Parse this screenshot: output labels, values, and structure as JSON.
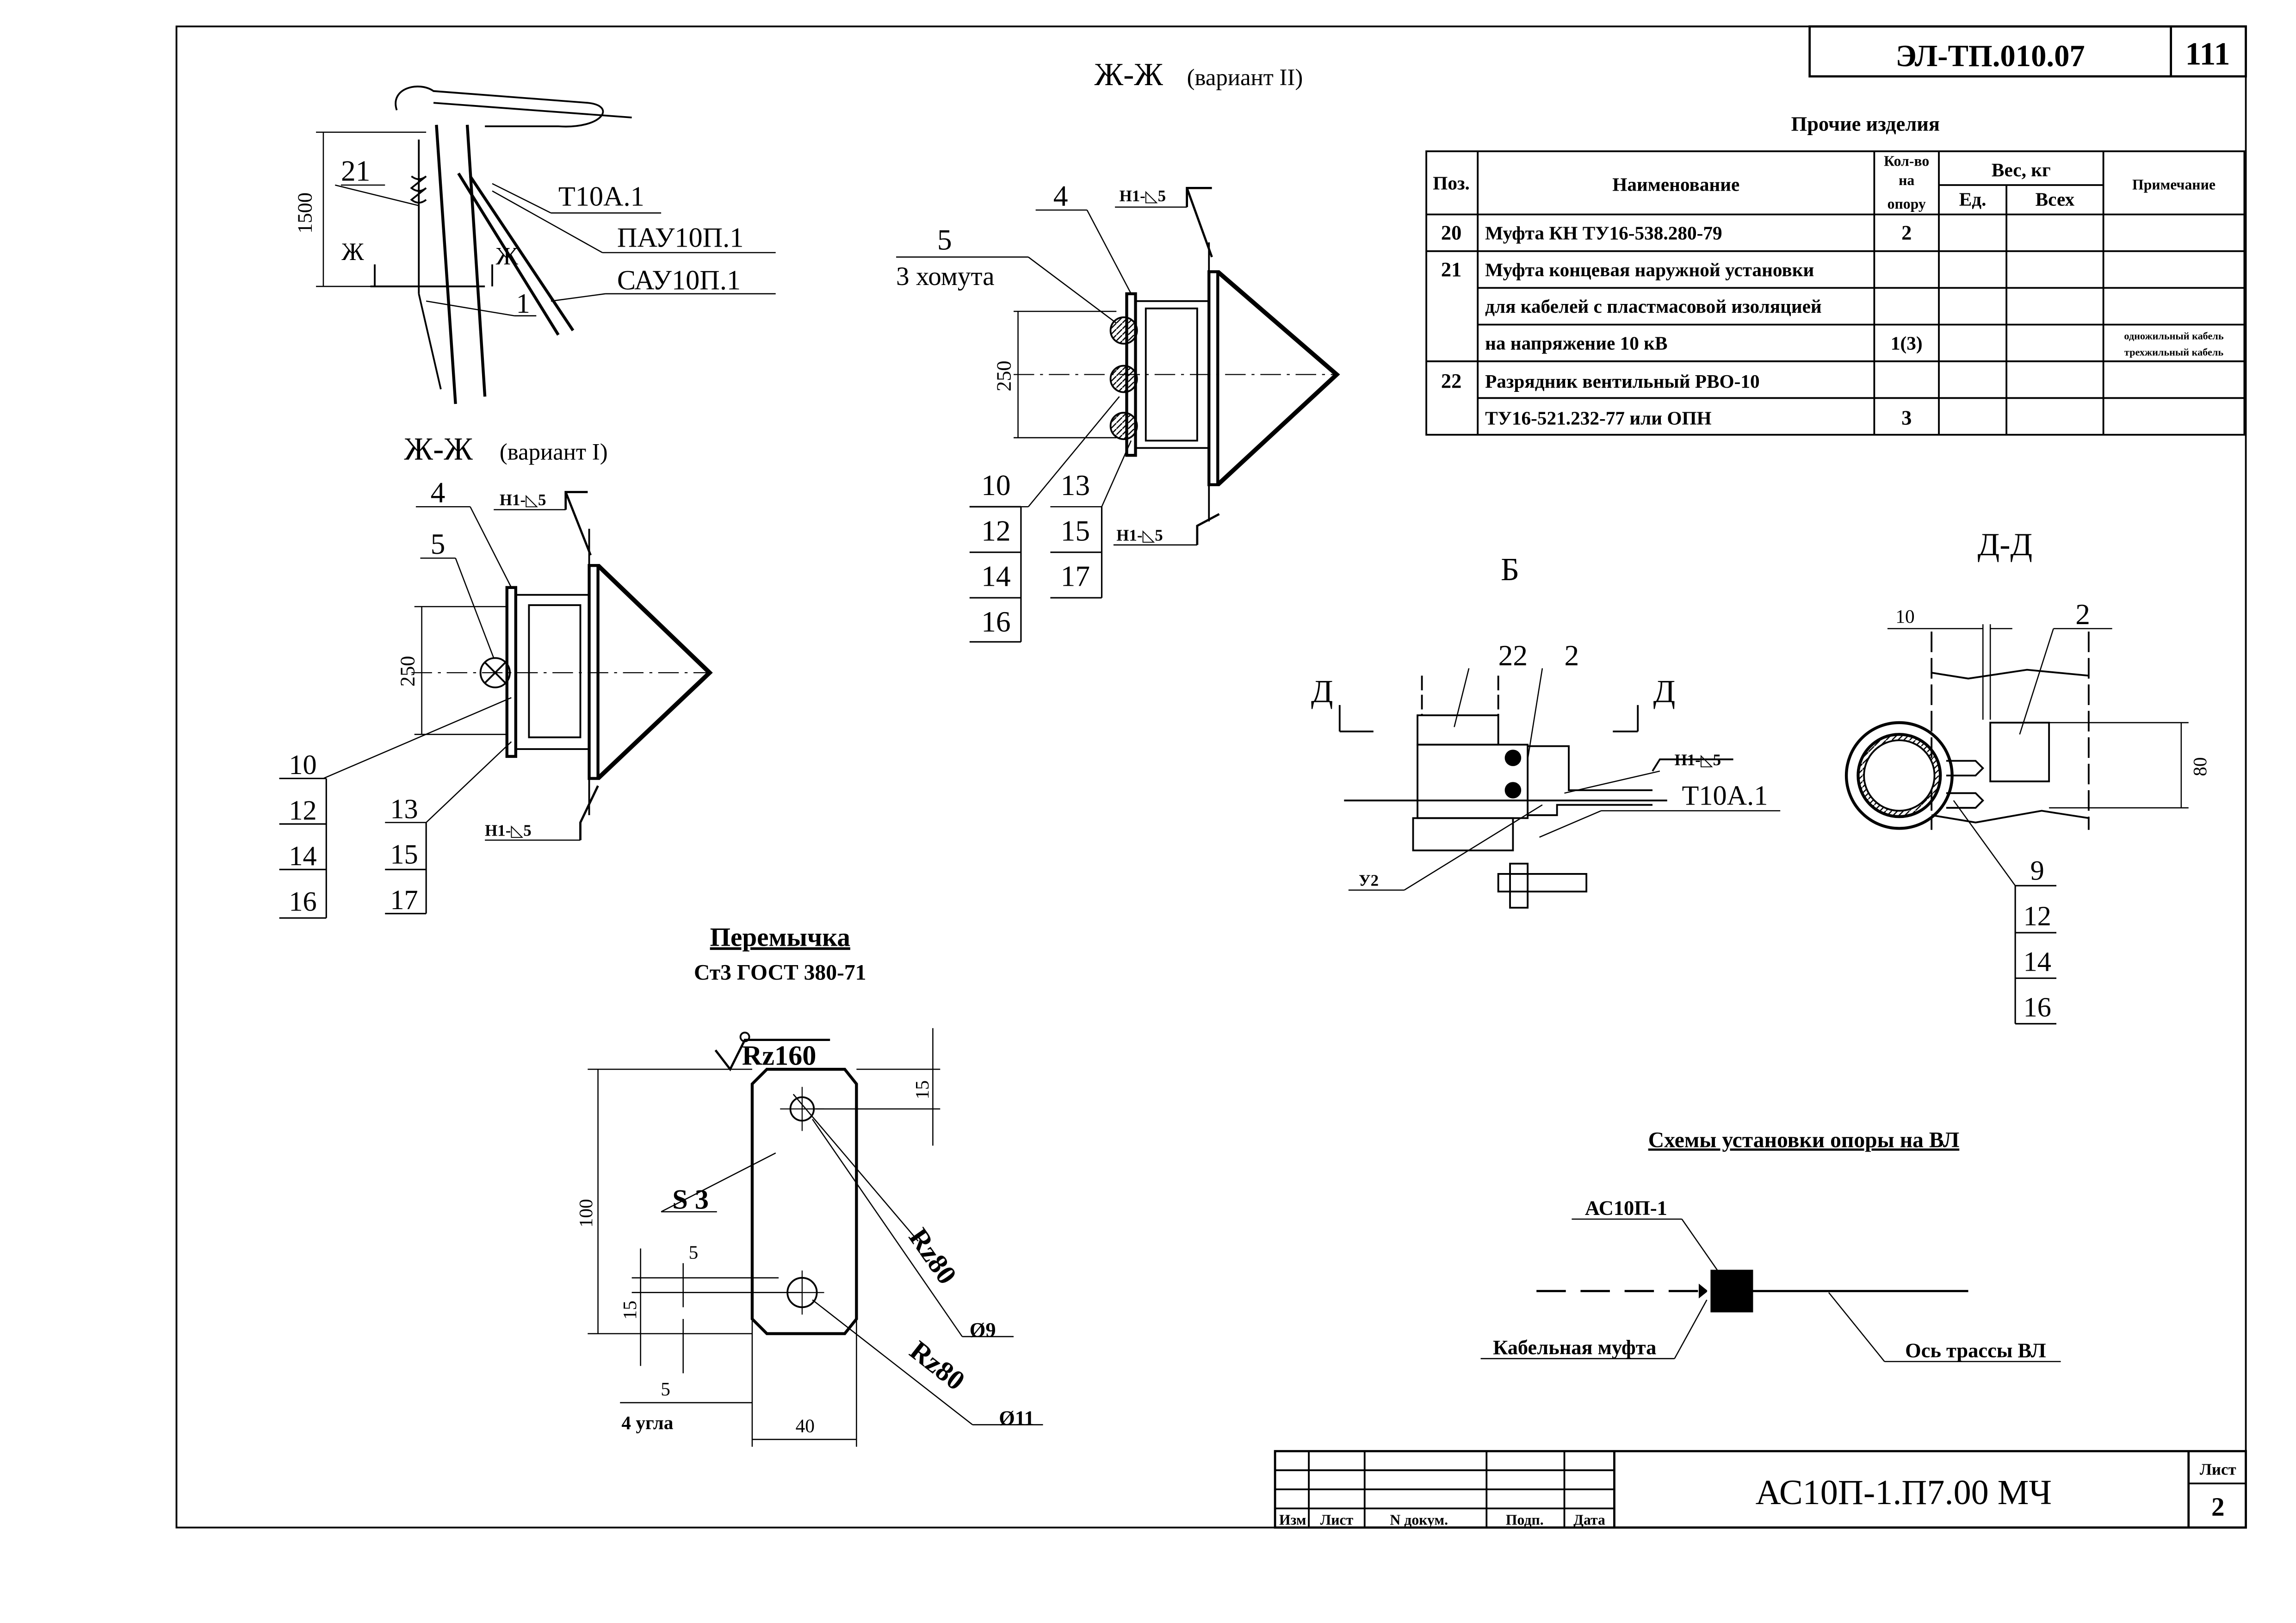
{
  "header": {
    "code": "ЭЛ-ТП.010.07",
    "page_number": "111"
  },
  "section_titles": {
    "zh_zh_v2": "Ж-Ж",
    "zh_zh_v2_sub": "(вариант II)",
    "zh_zh_v1": "Ж-Ж",
    "zh_zh_v1_sub": "(вариант I)",
    "view_b": "Б",
    "section_d": "Д-Д",
    "section_d_mark": "Д",
    "section_zh_mark": "Ж"
  },
  "side_view": {
    "dim_1500": "1500",
    "labels": [
      "21",
      "Т10А.1",
      "ПАУ10П.1",
      "САУ10П.1",
      "1"
    ]
  },
  "variant2": {
    "labels_top": [
      "4",
      "5",
      "3 хомута"
    ],
    "dim_250": "250",
    "weld_top": "Н1-◺5",
    "weld_bottom": "Н1-◺5",
    "left_stack": [
      "10",
      "12",
      "14",
      "16"
    ],
    "right_stack": [
      "13",
      "15",
      "17"
    ]
  },
  "variant1": {
    "labels_top": [
      "4",
      "5"
    ],
    "dim_250": "250",
    "weld_top": "Н1-◺5",
    "weld_bottom": "Н1-◺5",
    "left_stack": [
      "10",
      "12",
      "14",
      "16"
    ],
    "right_stack": [
      "13",
      "15",
      "17"
    ]
  },
  "other_items": {
    "title": "Прочие изделия",
    "headers": {
      "pos": "Поз.",
      "name": "Наименование",
      "qty": [
        "Кол-во",
        "на",
        "опору"
      ],
      "weight": "Вес, кг",
      "unit": "Ед.",
      "total": "Всех",
      "note": "Примечание"
    },
    "rows": [
      {
        "pos": "20",
        "name": "Муфта КН ТУ16-538.280-79",
        "qty": "2",
        "note": []
      },
      {
        "pos": "21",
        "name": "Муфта концевая наружной установки",
        "qty": "",
        "note": []
      },
      {
        "pos": "",
        "name": "для кабелей с пластмасовой изоляцией",
        "qty": "",
        "note": []
      },
      {
        "pos": "",
        "name": "на напряжение 10 кВ",
        "qty": "1(3)",
        "note": [
          "одножильный кабель",
          "трехжильный кабель"
        ]
      },
      {
        "pos": "22",
        "name": "Разрядник вентильный РВО-10",
        "qty": "",
        "note": []
      },
      {
        "pos": "",
        "name": "ТУ16-521.232-77 или ОПН",
        "qty": "3",
        "note": []
      }
    ]
  },
  "view_b": {
    "labels": [
      "22",
      "2",
      "Т10А.1",
      "У2"
    ],
    "weld": "Н1-◺5"
  },
  "section_d": {
    "dim_10": "10",
    "dim_80": "80",
    "label_2": "2",
    "stack": [
      "9",
      "12",
      "14",
      "16"
    ]
  },
  "jumper": {
    "title": "Перемычка",
    "material": "Ст3 ГОСТ 380-71",
    "roughness_top": "Rz160",
    "roughness_1": "Rz80",
    "roughness_2": "Rz80",
    "thickness": "S 3",
    "dim_100": "100",
    "dim_15_top": "15",
    "dim_15_bottom": "15",
    "dim_5_hole": "5",
    "dim_5_corner": "5",
    "corners": "4 угла",
    "dim_40": "40",
    "hole_9": "Ø9",
    "hole_11": "Ø11"
  },
  "scheme": {
    "title": "Схемы установки опоры на ВЛ",
    "support": "АС10П-1",
    "coupling": "Кабельная муфта",
    "axis": "Ось трассы ВЛ"
  },
  "title_block": {
    "designation": "АС10П-1.П7.00 МЧ",
    "cols": [
      "Изм",
      "Лист",
      "N докум.",
      "Подп.",
      "Дата"
    ],
    "sheet_label": "Лист",
    "sheet_number": "2"
  }
}
